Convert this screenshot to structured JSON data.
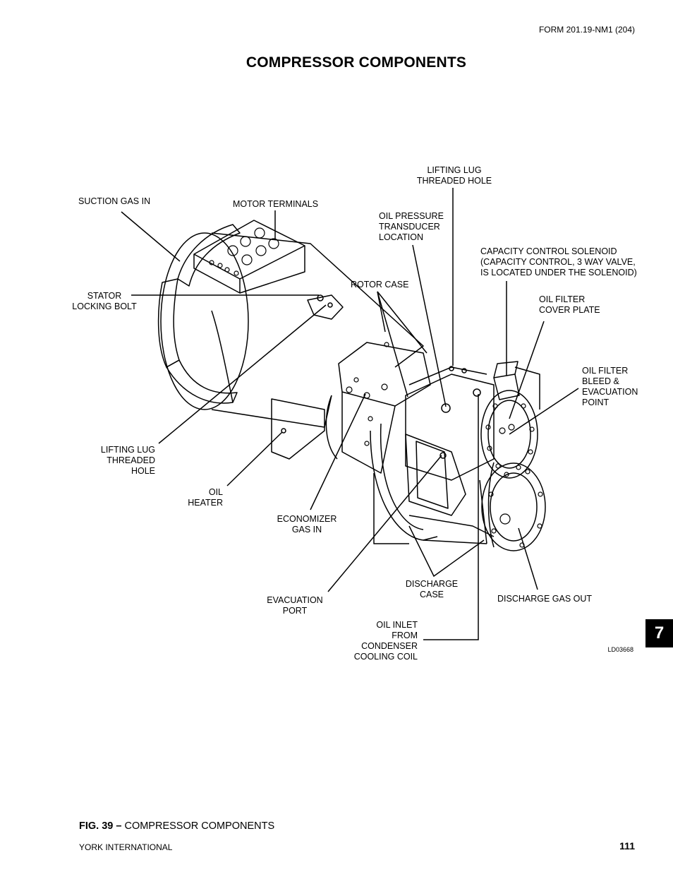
{
  "header": {
    "form_number": "FORM 201.19-NM1 (204)",
    "title": "COMPRESSOR COMPONENTS"
  },
  "labels": {
    "suction_gas_in": "SUCTION GAS IN",
    "motor_terminals": "MOTOR TERMINALS",
    "lifting_lug_top": "LIFTING LUG\nTHREADED HOLE",
    "oil_pressure_transducer": "OIL PRESSURE\nTRANSDUCER\nLOCATION",
    "capacity_control_solenoid": "CAPACITY CONTROL SOLENOID\n(CAPACITY CONTROL, 3 WAY VALVE,\nIS LOCATED UNDER THE SOLENOID)",
    "rotor_case": "ROTOR CASE",
    "stator_locking_bolt": "STATOR\nLOCKING BOLT",
    "oil_filter_cover_plate": "OIL FILTER\nCOVER PLATE",
    "oil_filter_bleed": "OIL FILTER\nBLEED &\nEVACUATION\nPOINT",
    "lifting_lug_left": "LIFTING LUG\nTHREADED\nHOLE",
    "oil_heater": "OIL\nHEATER",
    "economizer_gas_in": "ECONOMIZER\nGAS IN",
    "discharge_case": "DISCHARGE\nCASE",
    "discharge_gas_out": "DISCHARGE GAS OUT",
    "evacuation_port": "EVACUATION\nPORT",
    "oil_inlet": "OIL INLET\nFROM\nCONDENSER\nCOOLING COIL"
  },
  "drawing_id": "LD03668",
  "section_tab": "7",
  "caption": {
    "figure": "FIG. 39 –",
    "text": " COMPRESSOR COMPONENTS"
  },
  "footer": {
    "company": "YORK INTERNATIONAL",
    "page_number": "111"
  }
}
